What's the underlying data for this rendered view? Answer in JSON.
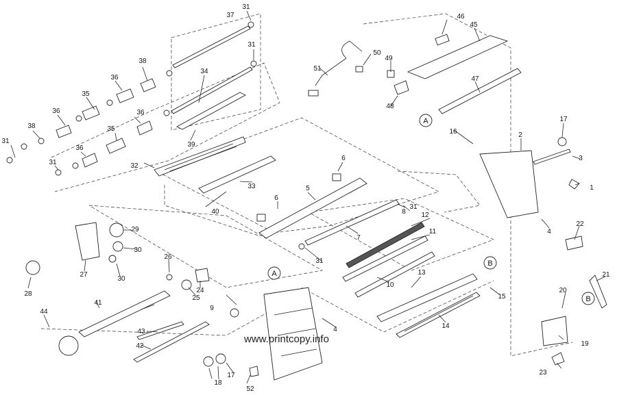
{
  "callouts": [
    "1",
    "2",
    "3",
    "4",
    "4",
    "5",
    "6",
    "6",
    "7",
    "8",
    "9",
    "10",
    "11",
    "12",
    "13",
    "14",
    "15",
    "16",
    "17",
    "17",
    "18",
    "19",
    "20",
    "21",
    "22",
    "23",
    "24",
    "25",
    "26",
    "27",
    "28",
    "29",
    "30",
    "30",
    "31",
    "31",
    "31",
    "31",
    "31",
    "31",
    "32",
    "33",
    "34",
    "35",
    "35",
    "36",
    "36",
    "36",
    "36",
    "37",
    "38",
    "38",
    "39",
    "40",
    "41",
    "42",
    "43",
    "44",
    "45",
    "46",
    "47",
    "48",
    "49",
    "50",
    "51",
    "52"
  ],
  "ref_markers": [
    "A",
    "A",
    "B",
    "B"
  ],
  "watermark": "www.printcopy.info"
}
